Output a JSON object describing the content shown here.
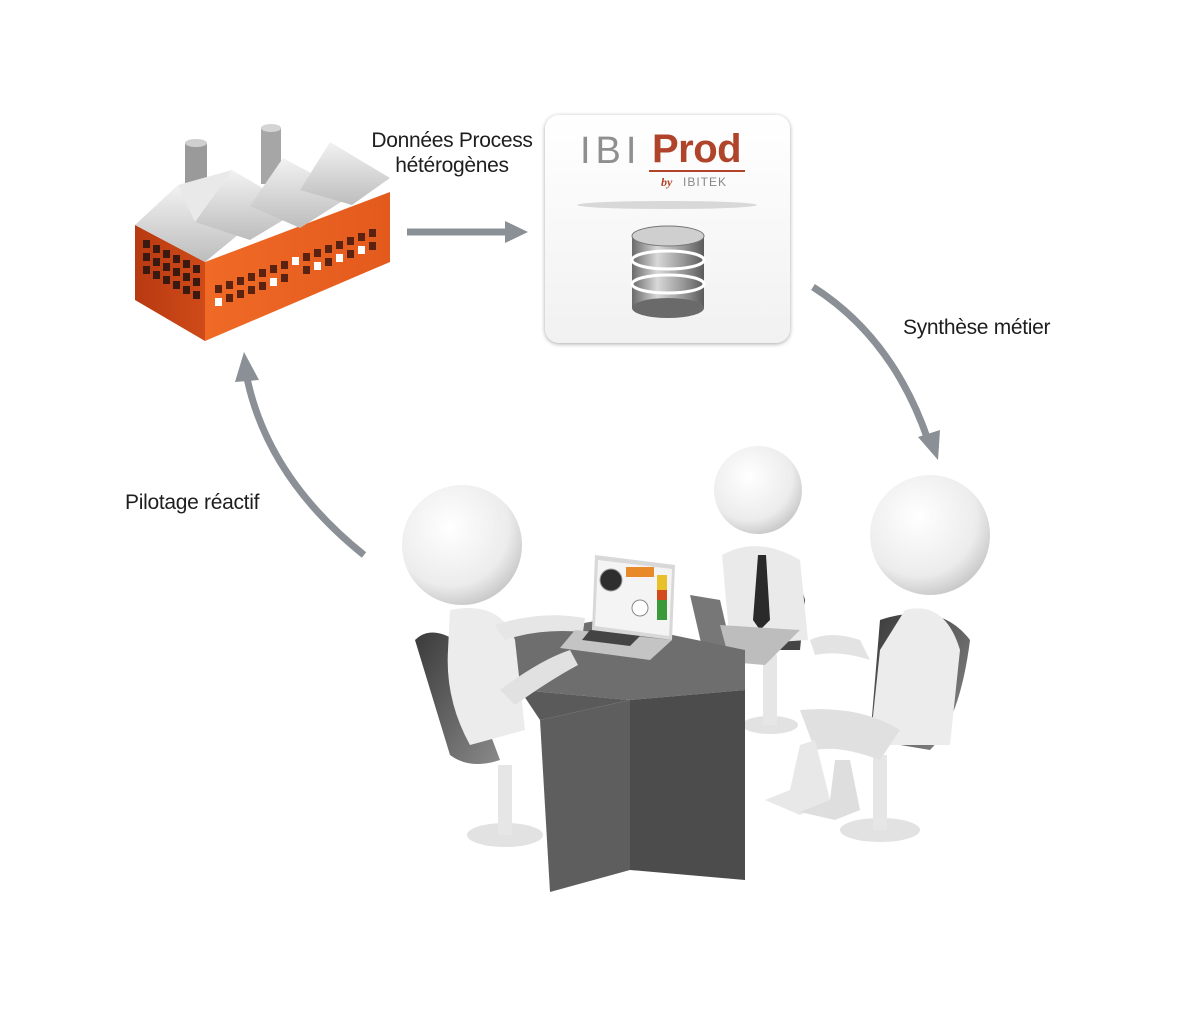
{
  "labels": {
    "donnees": "Données Process\nhétérogènes",
    "synthese": "Synthèse métier",
    "pilotage": "Pilotage réactif"
  },
  "logo": {
    "ibi": "IBI",
    "prod": "Prod",
    "by": "by",
    "ibitek": "IBITEK"
  },
  "icons": [
    "factory-icon",
    "database-icon",
    "people-meeting-icon",
    "laptop-dashboard-icon"
  ],
  "colors": {
    "arrow": "#8a9096",
    "factory_wall": "#e0541e",
    "factory_roof": "#d9d9d9",
    "logo_accent": "#b0442a",
    "table": "#5c5c5c"
  }
}
